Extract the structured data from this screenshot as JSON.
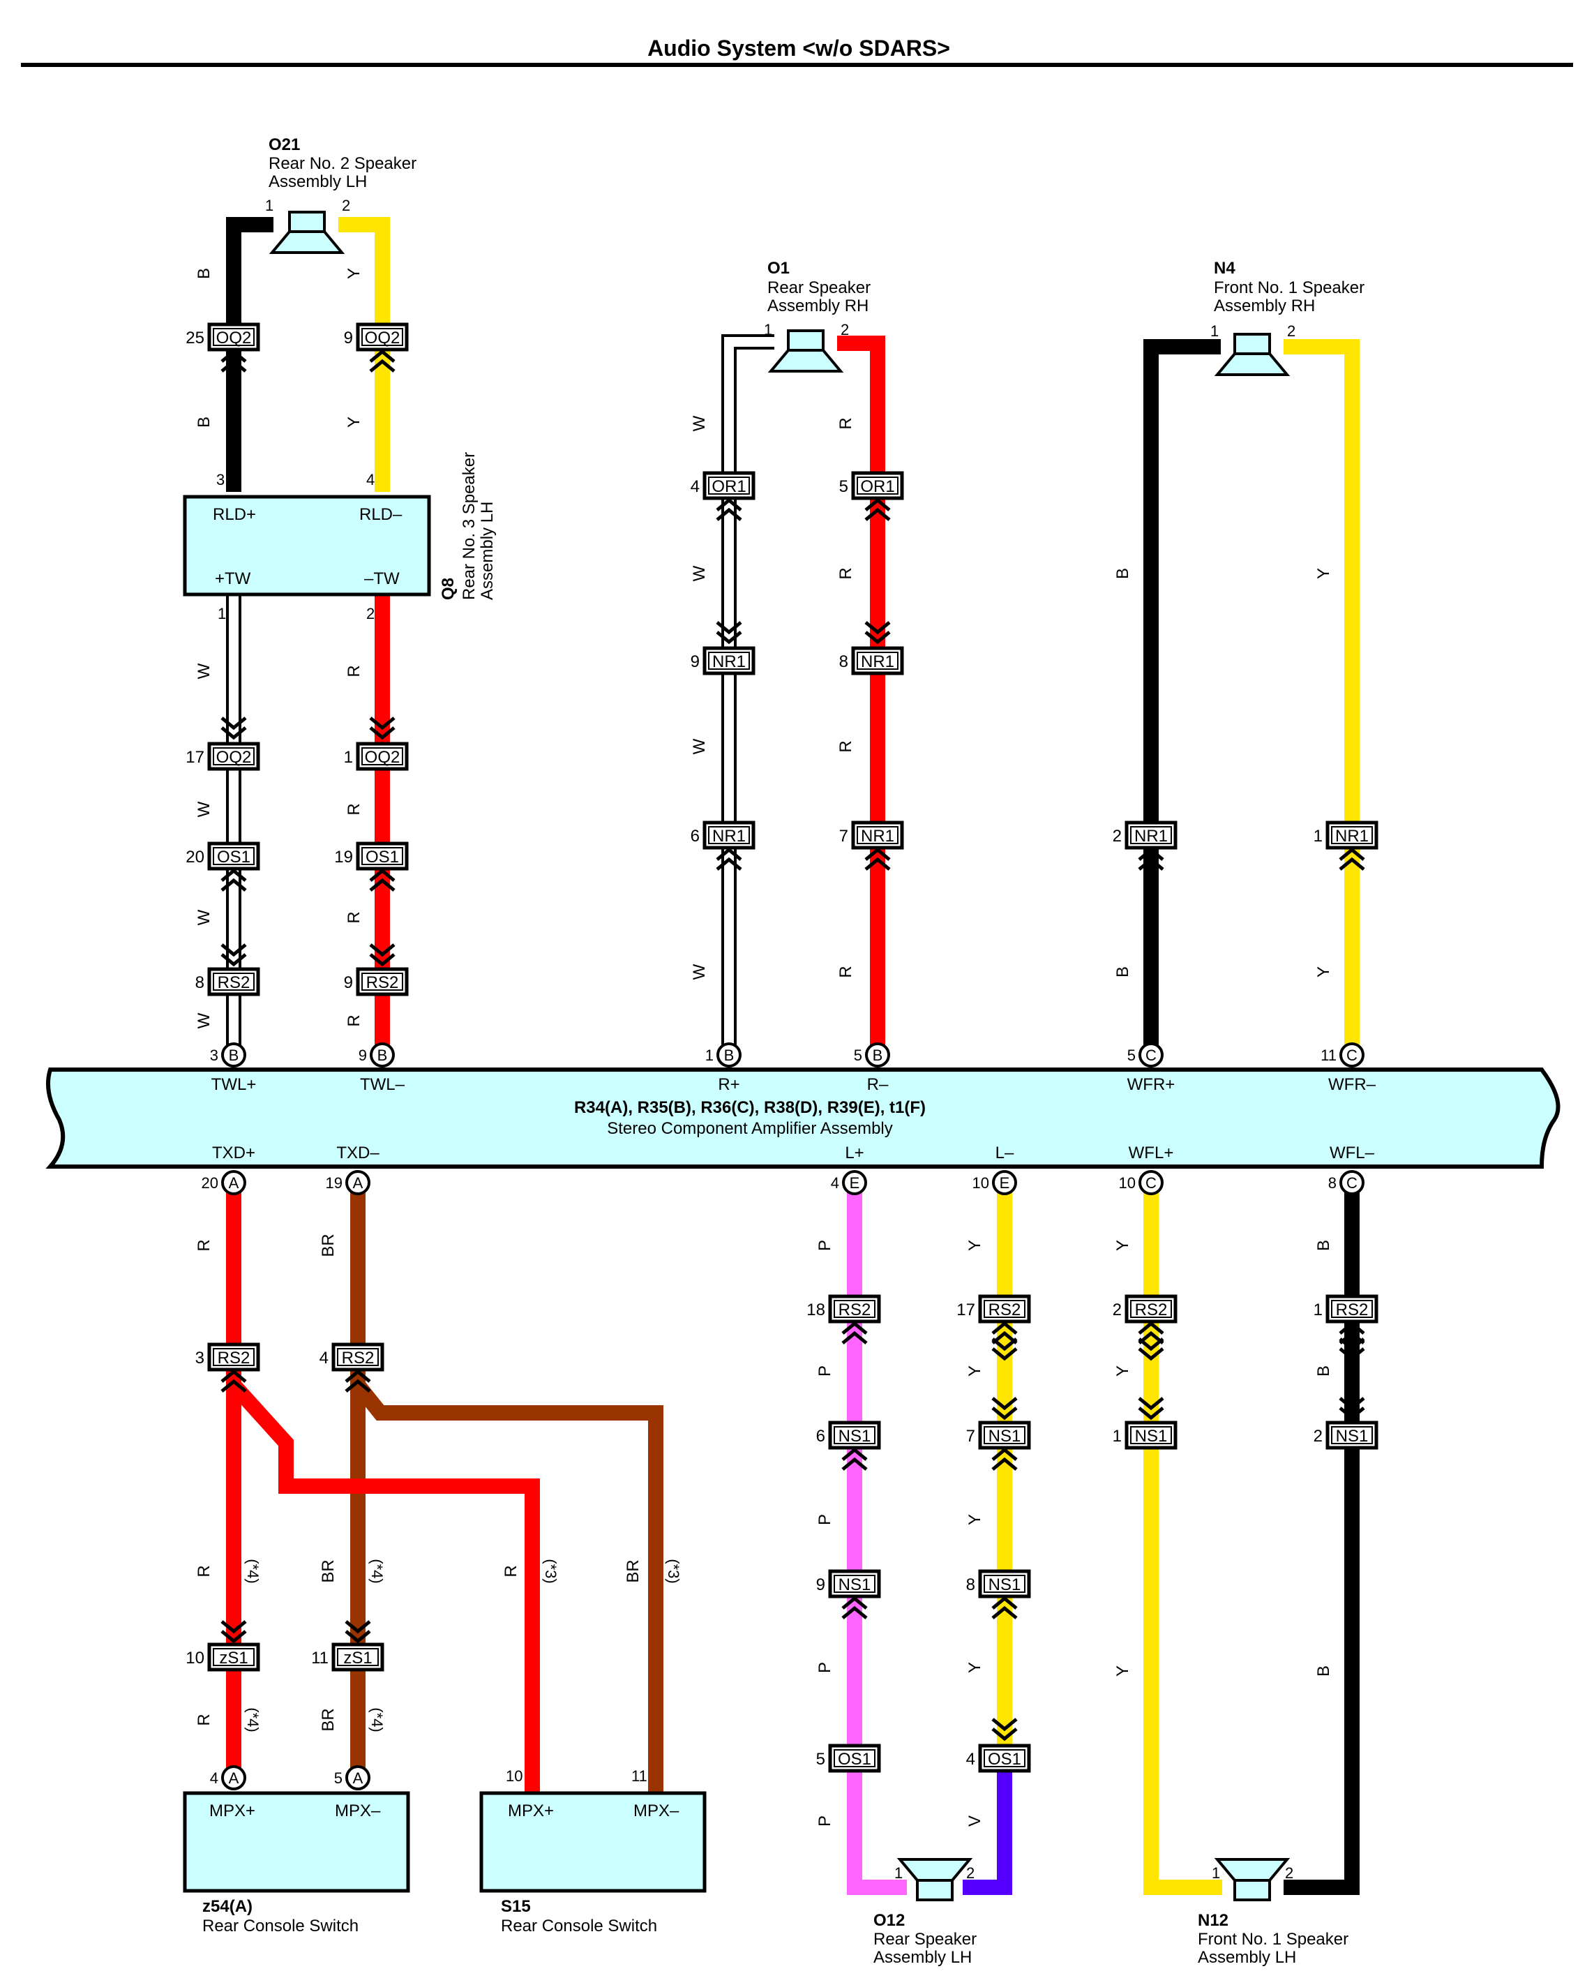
{
  "title": "Audio System <w/o SDARS>",
  "colors": {
    "B": "#000000",
    "W": "#ffffff",
    "R": "#ff0000",
    "Y": "#ffe500",
    "BR": "#993300",
    "P": "#ff66ff",
    "V": "#5500ff",
    "component_fill": "#ccffff"
  },
  "amplifier": {
    "id": "R34(A), R35(B), R36(C), R38(D), R39(E), t1(F)",
    "name": "Stereo Component Amplifier Assembly"
  },
  "components": {
    "o21": {
      "id": "O21",
      "name1": "Rear No. 2 Speaker",
      "name2": "Assembly LH",
      "p1": "1",
      "p2": "2"
    },
    "o1": {
      "id": "O1",
      "name1": "Rear Speaker",
      "name2": "Assembly RH",
      "p1": "1",
      "p2": "2"
    },
    "n4": {
      "id": "N4",
      "name1": "Front No. 1 Speaker",
      "name2": "Assembly RH",
      "p1": "1",
      "p2": "2"
    },
    "q8": {
      "id": "Q8",
      "name1": "Rear No. 3 Speaker",
      "name2": "Assembly LH",
      "rld_p": "RLD+",
      "rld_m": "RLD–",
      "tw_p": "+TW",
      "tw_m": "–TW",
      "pin3": "3",
      "pin4": "4",
      "pin1": "1",
      "pin2": "2"
    },
    "o12": {
      "id": "O12",
      "name1": "Rear Speaker",
      "name2": "Assembly LH",
      "p1": "1",
      "p2": "2"
    },
    "n12": {
      "id": "N12",
      "name1": "Front No. 1 Speaker",
      "name2": "Assembly LH",
      "p1": "1",
      "p2": "2"
    },
    "z54": {
      "id": "z54(A)",
      "name": "Rear Console Switch",
      "t1": "MPX+",
      "t2": "MPX–"
    },
    "s15": {
      "id": "S15",
      "name": "Rear Console Switch",
      "t1": "MPX+",
      "t2": "MPX–",
      "p1": "10",
      "p2": "11"
    }
  },
  "amp_terminals_top": [
    {
      "pin": "3",
      "conn": "B",
      "label": "TWL+"
    },
    {
      "pin": "9",
      "conn": "B",
      "label": "TWL–"
    },
    {
      "pin": "1",
      "conn": "B",
      "label": "R+"
    },
    {
      "pin": "5",
      "conn": "B",
      "label": "R–"
    },
    {
      "pin": "5",
      "conn": "C",
      "label": "WFR+"
    },
    {
      "pin": "11",
      "conn": "C",
      "label": "WFR–"
    }
  ],
  "amp_terminals_bottom": [
    {
      "pin": "20",
      "conn": "A",
      "label": "TXD+"
    },
    {
      "pin": "19",
      "conn": "A",
      "label": "TXD–"
    },
    {
      "pin": "4",
      "conn": "E",
      "label": "L+"
    },
    {
      "pin": "10",
      "conn": "E",
      "label": "L–"
    },
    {
      "pin": "10",
      "conn": "C",
      "label": "WFL+"
    },
    {
      "pin": "8",
      "conn": "C",
      "label": "WFL–"
    },
    {
      "pin": "4",
      "conn": "A",
      "label": ""
    },
    {
      "pin": "5",
      "conn": "A",
      "label": ""
    }
  ],
  "connectors": [
    {
      "pin": "25",
      "name": "OQ2"
    },
    {
      "pin": "9",
      "name": "OQ2"
    },
    {
      "pin": "17",
      "name": "OQ2"
    },
    {
      "pin": "1",
      "name": "OQ2"
    },
    {
      "pin": "20",
      "name": "OS1"
    },
    {
      "pin": "19",
      "name": "OS1"
    },
    {
      "pin": "8",
      "name": "RS2"
    },
    {
      "pin": "9",
      "name": "RS2"
    },
    {
      "pin": "4",
      "name": "OR1"
    },
    {
      "pin": "5",
      "name": "OR1"
    },
    {
      "pin": "9",
      "name": "NR1"
    },
    {
      "pin": "8",
      "name": "NR1"
    },
    {
      "pin": "6",
      "name": "NR1"
    },
    {
      "pin": "7",
      "name": "NR1"
    },
    {
      "pin": "2",
      "name": "NR1"
    },
    {
      "pin": "1",
      "name": "NR1"
    },
    {
      "pin": "3",
      "name": "RS2"
    },
    {
      "pin": "4",
      "name": "RS2"
    },
    {
      "pin": "10",
      "name": "zS1"
    },
    {
      "pin": "11",
      "name": "zS1"
    },
    {
      "pin": "18",
      "name": "RS2"
    },
    {
      "pin": "17",
      "name": "RS2"
    },
    {
      "pin": "2",
      "name": "RS2"
    },
    {
      "pin": "1",
      "name": "RS2"
    },
    {
      "pin": "6",
      "name": "NS1"
    },
    {
      "pin": "7",
      "name": "NS1"
    },
    {
      "pin": "1",
      "name": "NS1"
    },
    {
      "pin": "2",
      "name": "NS1"
    },
    {
      "pin": "9",
      "name": "NS1"
    },
    {
      "pin": "8",
      "name": "NS1"
    },
    {
      "pin": "5",
      "name": "OS1"
    },
    {
      "pin": "4",
      "name": "OS1"
    }
  ],
  "wire_labels": [
    {
      "text": "B"
    },
    {
      "text": "Y"
    },
    {
      "text": "B"
    },
    {
      "text": "Y"
    },
    {
      "text": "W"
    },
    {
      "text": "R"
    },
    {
      "text": "W"
    },
    {
      "text": "R"
    },
    {
      "text": "W"
    },
    {
      "text": "R"
    },
    {
      "text": "W"
    },
    {
      "text": "R"
    },
    {
      "text": "W"
    },
    {
      "text": "R"
    },
    {
      "text": "W"
    },
    {
      "text": "R"
    },
    {
      "text": "W"
    },
    {
      "text": "R"
    },
    {
      "text": "W"
    },
    {
      "text": "R"
    },
    {
      "text": "B"
    },
    {
      "text": "Y"
    },
    {
      "text": "B"
    },
    {
      "text": "Y"
    },
    {
      "text": "R"
    },
    {
      "text": "BR"
    },
    {
      "text": "R"
    },
    {
      "text": "BR"
    },
    {
      "text": "R"
    },
    {
      "text": "BR"
    },
    {
      "text": "R"
    },
    {
      "text": "BR"
    },
    {
      "text": "P"
    },
    {
      "text": "Y"
    },
    {
      "text": "Y"
    },
    {
      "text": "B"
    },
    {
      "text": "P"
    },
    {
      "text": "Y"
    },
    {
      "text": "Y"
    },
    {
      "text": "B"
    },
    {
      "text": "P"
    },
    {
      "text": "Y"
    },
    {
      "text": "Y"
    },
    {
      "text": "B"
    },
    {
      "text": "P"
    },
    {
      "text": "Y"
    },
    {
      "text": "P"
    },
    {
      "text": "V"
    }
  ],
  "notes": [
    {
      "text": "(*4)"
    },
    {
      "text": "(*4)"
    },
    {
      "text": "(*3)"
    },
    {
      "text": "(*3)"
    },
    {
      "text": "(*4)"
    },
    {
      "text": "(*4)"
    }
  ]
}
